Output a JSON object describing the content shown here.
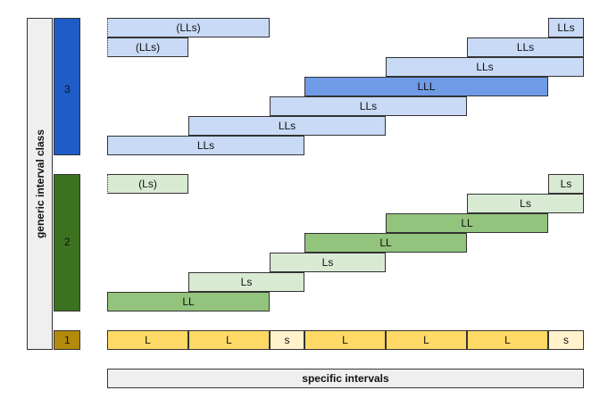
{
  "axis": {
    "y_label": "generic interval class",
    "x_label": "specific intervals"
  },
  "colors": {
    "class3_dark": "#1f5cc7",
    "class3_mid": "#6f9be6",
    "class3_light": "#c8daf5",
    "class2_dark": "#3c721f",
    "class2_mid": "#93c47d",
    "class2_light": "#d9ead3",
    "class1_dark": "#b38a0b",
    "class1_mid": "#ffd966",
    "class1_light": "#fff2cc",
    "axis_fill": "#efefef"
  },
  "classes": [
    {
      "number": "3"
    },
    {
      "number": "2"
    },
    {
      "number": "1"
    }
  ],
  "class3_rows": [
    {
      "left_label": "(LLs)",
      "right_label": "LLs"
    },
    {
      "left_label": "(LLs)",
      "right_label": "LLs"
    },
    {
      "label": "LLs"
    },
    {
      "label": "LLL"
    },
    {
      "label": "LLs"
    },
    {
      "label": "LLs"
    },
    {
      "label": "LLs"
    }
  ],
  "class2_rows": [
    {
      "left_label": "(Ls)",
      "right_label": "Ls"
    },
    {
      "label": "Ls"
    },
    {
      "label": "LL"
    },
    {
      "label": "LL"
    },
    {
      "label": "Ls"
    },
    {
      "label": "Ls"
    },
    {
      "label": "LL"
    }
  ],
  "class1_steps": [
    "L",
    "L",
    "s",
    "L",
    "L",
    "L",
    "s"
  ]
}
